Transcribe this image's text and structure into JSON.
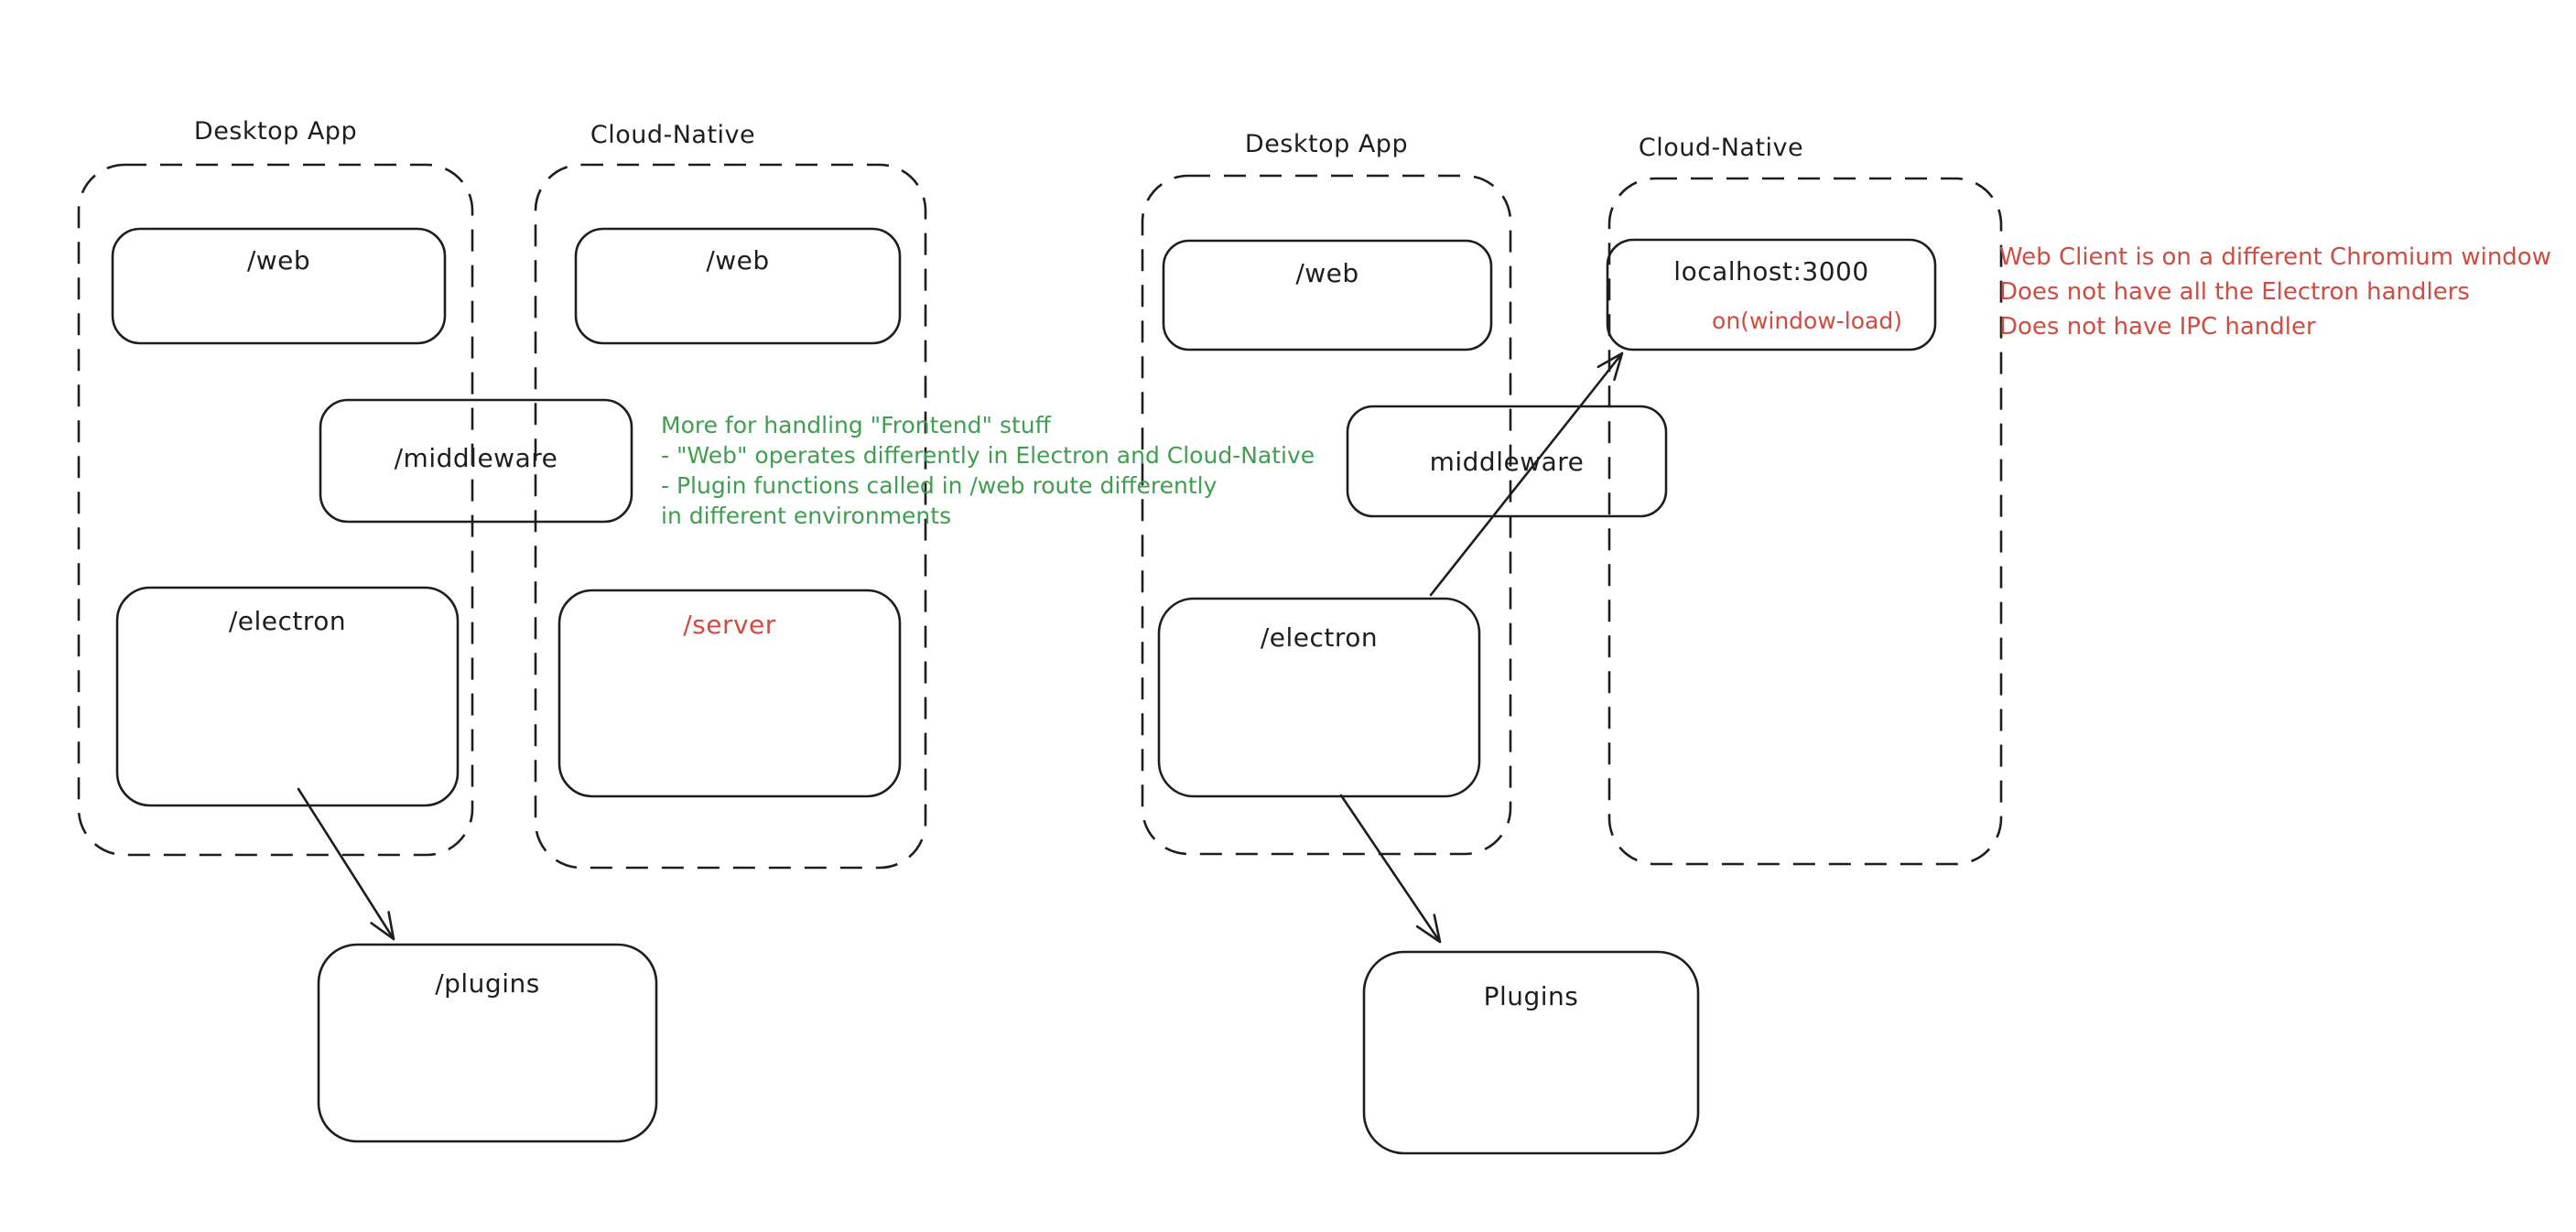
{
  "colors": {
    "ink": "#1e1e1e",
    "green": "#3f9e4f",
    "red": "#d24b40",
    "background": "#ffffff"
  },
  "left_diagram": {
    "desktop_container_label": "Desktop App",
    "cloud_container_label": "Cloud-Native",
    "boxes": {
      "web_desktop": "/web",
      "web_cloud": "/web",
      "middleware": "/middleware",
      "electron": "/electron",
      "server": "/server",
      "plugins": "/plugins"
    },
    "note_color": "green",
    "note_lines": [
      "More for handling \"Frontend\" stuff",
      "- \"Web\" operates differently in Electron and Cloud-Native",
      "- Plugin functions called in /web route differently",
      "in different environments"
    ]
  },
  "right_diagram": {
    "desktop_container_label": "Desktop App",
    "cloud_container_label": "Cloud-Native",
    "boxes": {
      "web": "/web",
      "localhost": "localhost:3000",
      "localhost_event": "on(window-load)",
      "middleware": "middleware",
      "electron": "/electron",
      "plugins": "Plugins"
    },
    "note_color": "red",
    "note_lines": [
      "Web Client is on a different Chromium window",
      "Does not have all the Electron handlers",
      "Does not have IPC handler"
    ]
  }
}
